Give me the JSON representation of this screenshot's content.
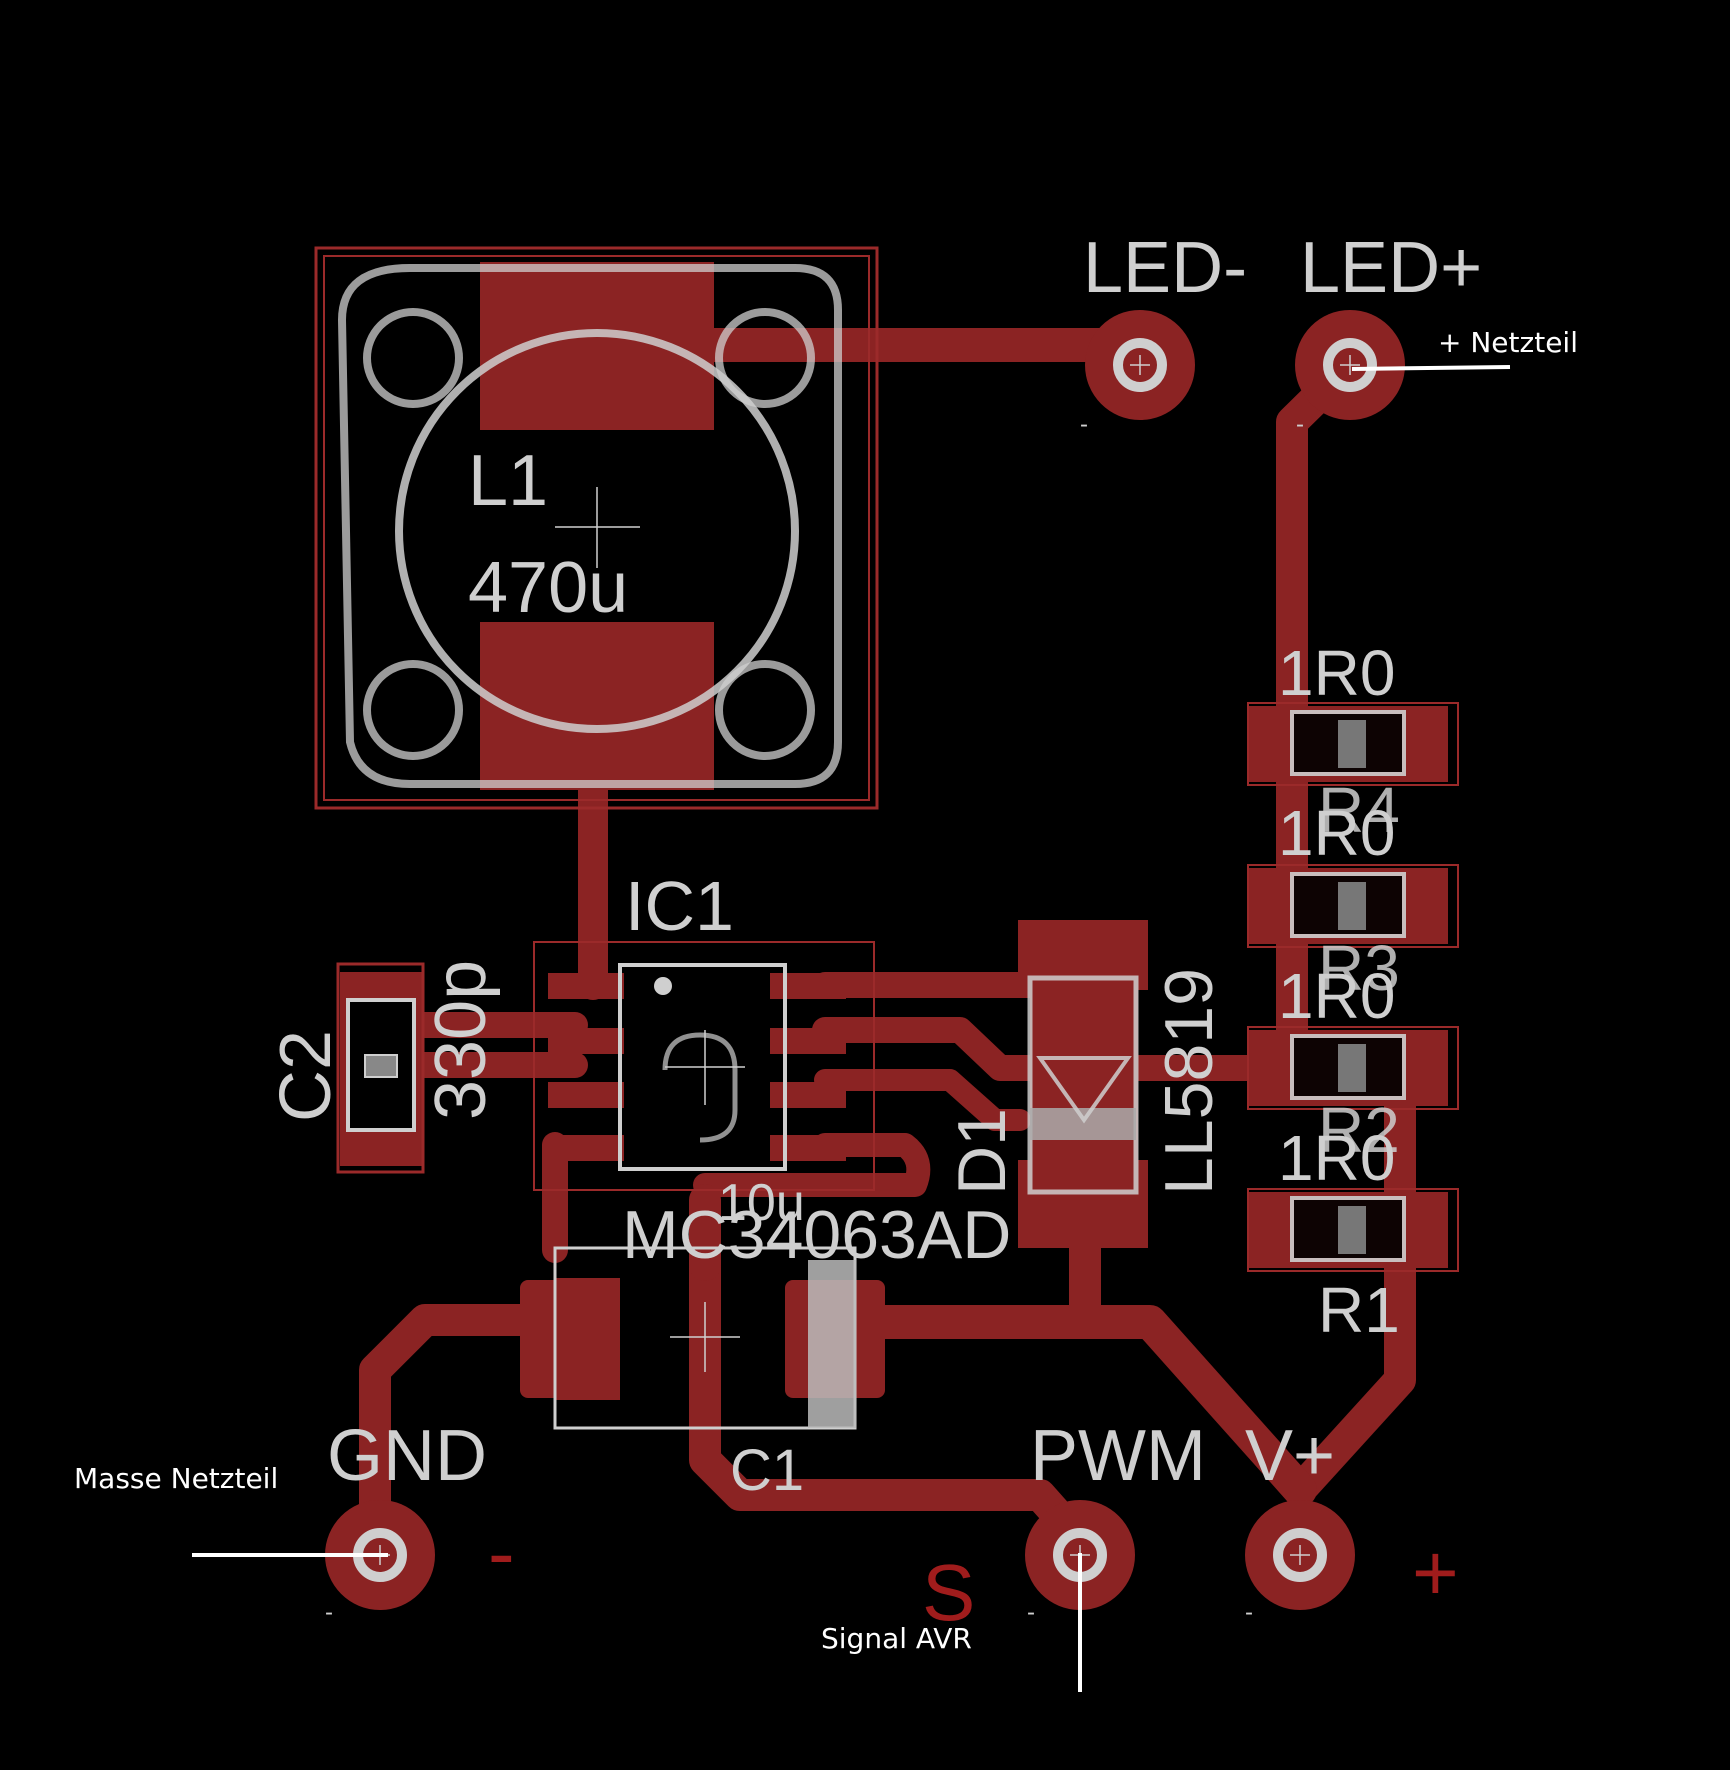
{
  "board": {
    "background": "#000000",
    "copper_color": "#8b2323",
    "silk_color": "#cfcfcf",
    "note_color": "#ffffff"
  },
  "components": {
    "L1": {
      "name": "L1",
      "value": "470u"
    },
    "IC1": {
      "name": "IC1",
      "value": "MC34063AD"
    },
    "C2": {
      "name": "C2",
      "value": "330p"
    },
    "C1": {
      "name": "C1",
      "value": "10u"
    },
    "D1": {
      "name": "D1",
      "value": "LL5819"
    },
    "resistors": [
      {
        "value": "1R0",
        "name": "R4"
      },
      {
        "value": "1R0",
        "name": "R3"
      },
      {
        "value": "1R0",
        "name": "R2"
      },
      {
        "value": "1R0",
        "name": "R1"
      }
    ]
  },
  "connectors": {
    "led_minus": {
      "label": "LED-",
      "pin": "-"
    },
    "led_plus": {
      "label": "LED+",
      "pin": "-"
    },
    "gnd": {
      "label": "GND",
      "pin": "-",
      "polarity": "-"
    },
    "pwm": {
      "label": "PWM",
      "pin": "-",
      "marker": "S"
    },
    "vplus": {
      "label": "V+",
      "pin": "-",
      "polarity": "+"
    }
  },
  "annotations": {
    "plus_supply": "+ Netzteil",
    "ground_supply": "Masse Netzteil",
    "signal": "Signal AVR"
  }
}
